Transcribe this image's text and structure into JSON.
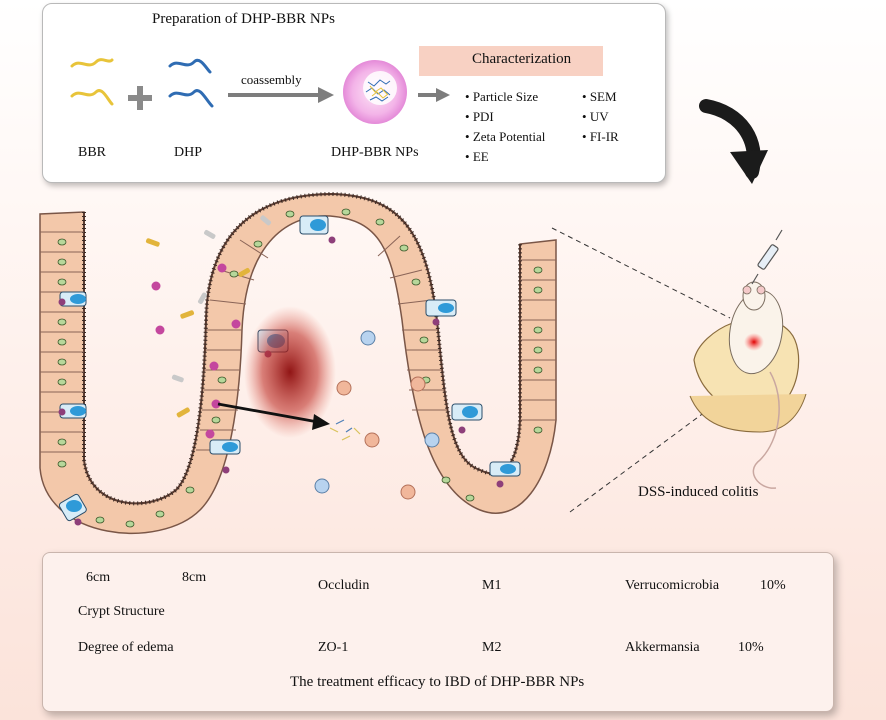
{
  "preparation": {
    "title": "Preparation of DHP-BBR NPs",
    "bbr_label": "BBR",
    "dhp_label": "DHP",
    "plus": "+",
    "arrow_label": "coassembly",
    "np_label": "DHP-BBR NPs",
    "characterization_title": "Characterization",
    "characterization_col1": [
      "Particle Size",
      "PDI",
      "Zeta Potential",
      "EE"
    ],
    "characterization_col2": [
      "SEM",
      "UV",
      "FI-IR"
    ]
  },
  "model": {
    "label": "DSS-induced colitis"
  },
  "efficacy": {
    "footer_title": "The treatment efficacy to IBD of DHP-BBR NPs",
    "length_from": "6cm",
    "length_to": "8cm",
    "crypt_label": "Crypt Structure",
    "edema_label": "Degree of edema",
    "occludin_label": "Occludin",
    "zo1_label": "ZO-1",
    "m1_label": "M1",
    "m2_label": "M2",
    "verruco_label": "Verrucomicrobia",
    "verruco_value": "10%",
    "akk_label": "Akkermansia",
    "akk_value": "10%"
  },
  "colors": {
    "up_arrow": "#b01414",
    "down_arrow": "#b01414",
    "bbr_strand": "#e8c43a",
    "dhp_strand": "#2f6cb3",
    "char_box": "#f8d1c3"
  }
}
